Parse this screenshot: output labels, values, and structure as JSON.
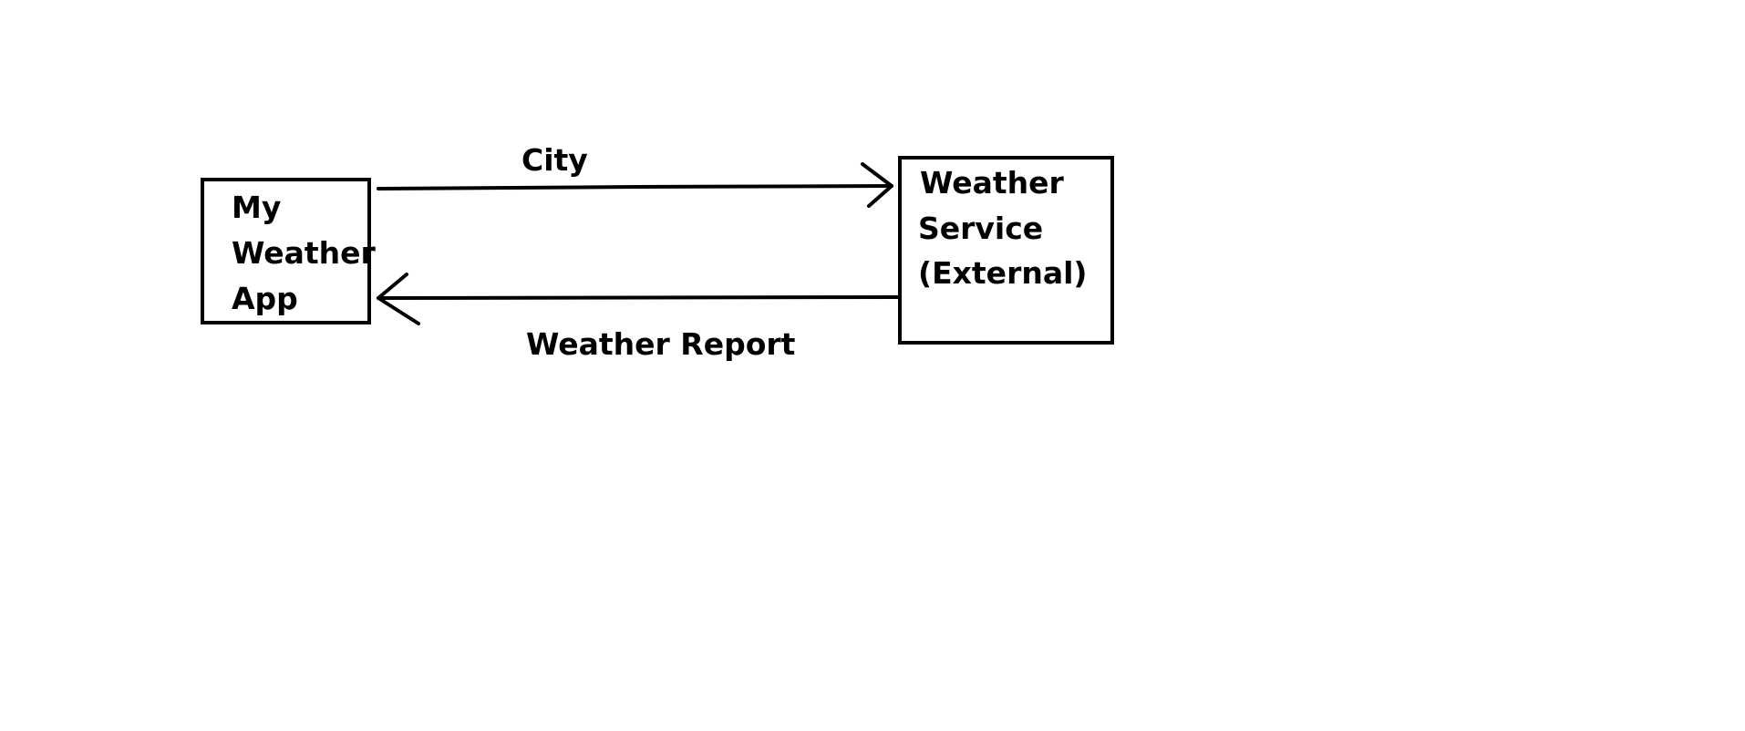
{
  "diagram": {
    "nodes": {
      "app": {
        "lines": [
          "My",
          "Weather",
          "App"
        ]
      },
      "service": {
        "lines": [
          "Weather",
          "Service",
          "(External)"
        ]
      }
    },
    "edges": {
      "request": {
        "from": "app",
        "to": "service",
        "label": "City"
      },
      "response": {
        "from": "service",
        "to": "app",
        "label": "Weather Report"
      }
    }
  }
}
